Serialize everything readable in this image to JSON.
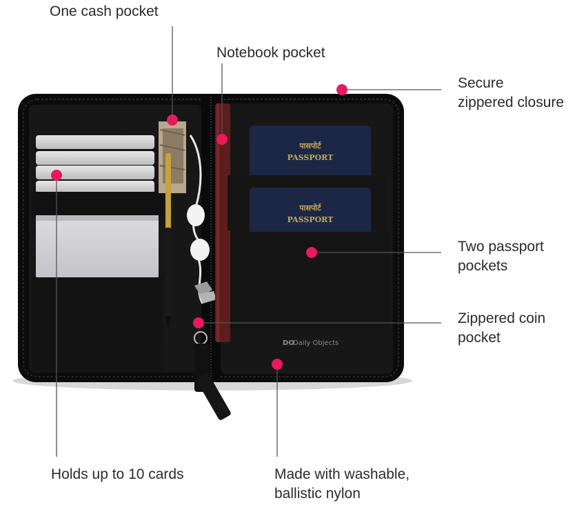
{
  "callouts": {
    "cash_pocket": "One cash pocket",
    "notebook_pocket": "Notebook pocket",
    "closure_line1": "Secure",
    "closure_line2": "zippered closure",
    "passport_line1": "Two passport",
    "passport_line2": "pockets",
    "coin_line1": "Zippered coin",
    "coin_line2": "pocket",
    "cards": "Holds up to 10 cards",
    "nylon_line1": "Made with washable,",
    "nylon_line2": "ballistic nylon"
  },
  "product": {
    "passport_hindi": "पासपोर्ट",
    "passport_english": "PASSPORT",
    "brand_mark": "DO",
    "brand_name": "Daily Objects"
  },
  "colors": {
    "marker": "#e8195c",
    "wallet": "#101010",
    "passport_cover": "#1b2744",
    "passport_text": "#c8a85c",
    "notebook": "#6b2020"
  },
  "icons": [
    "marker-dot"
  ]
}
